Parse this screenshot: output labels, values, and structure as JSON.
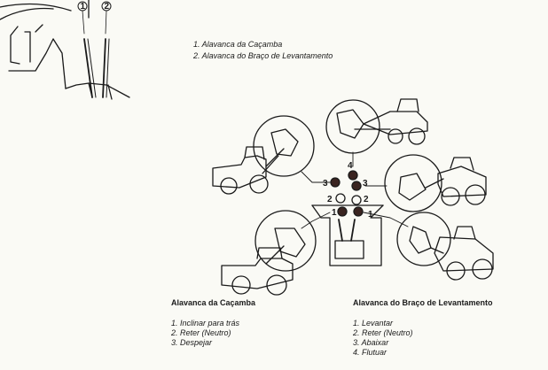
{
  "legend": {
    "item1": "1. Alavanca da Caçamba",
    "item2": "2. Alavanca do Braço de Levantamento"
  },
  "callouts": {
    "top_left_1": "1",
    "top_left_2": "2"
  },
  "lever_positions": {
    "left_3": "3",
    "right_3": "3",
    "top_4": "4",
    "left_2": "2",
    "right_2": "2",
    "left_1": "1",
    "right_1": "1"
  },
  "bucket_lever": {
    "heading": "Alavanca  da  Caçamba",
    "items": [
      "1. Inclinar para trás",
      "2. Reter (Neutro)",
      "3. Despejar"
    ]
  },
  "lift_arm_lever": {
    "heading": "Alavanca do Braço de Levantamento",
    "items": [
      "1. Levantar",
      "2. Reter (Neutro)",
      "3. Abaixar",
      "4. Flutuar"
    ]
  }
}
